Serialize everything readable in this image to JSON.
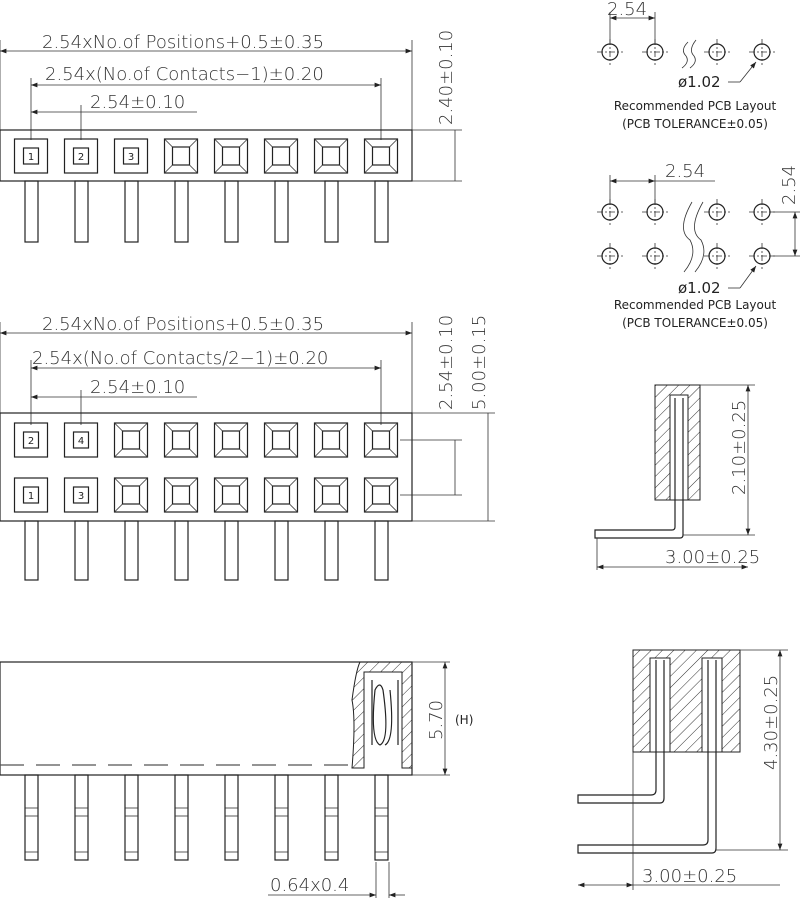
{
  "top_view_single": {
    "overall_dim": "2.54xNo.of Positions+0.5±0.35",
    "contacts_dim": "2.54x(No.of Contacts−1)±0.20",
    "pitch_dim": "2.54±0.10",
    "height_dim": "2.40±0.10",
    "pin_labels": [
      "1",
      "2",
      "3"
    ]
  },
  "top_view_dual": {
    "overall_dim": "2.54xNo.of Positions+0.5±0.35",
    "contacts_dim": "2.54x(No.of Contacts/2−1)±0.20",
    "pitch_dim": "2.54±0.10",
    "row_pitch_dim": "2.54±0.10",
    "height_dim": "5.00±0.15",
    "top_row_labels": [
      "2",
      "4"
    ],
    "bottom_row_labels": [
      "1",
      "3"
    ]
  },
  "side_view": {
    "height_dim": "5.70",
    "height_label": "(H)",
    "pin_dim": "0.64x0.4"
  },
  "pcb_single": {
    "pitch": "2.54",
    "hole_dia": "ø1.02",
    "title": "Recommended PCB Layout",
    "tolerance": "(PCB TOLERANCE±0.05)"
  },
  "pcb_dual": {
    "pitch": "2.54",
    "row_pitch": "2.54",
    "hole_dia": "ø1.02",
    "title": "Recommended PCB Layout",
    "tolerance": "(PCB TOLERANCE±0.05)"
  },
  "right_angle_single": {
    "height_dim": "2.10±0.25",
    "length_dim": "3.00±0.25"
  },
  "right_angle_dual": {
    "height_dim": "4.30±0.25",
    "length_dim": "3.00±0.25"
  }
}
